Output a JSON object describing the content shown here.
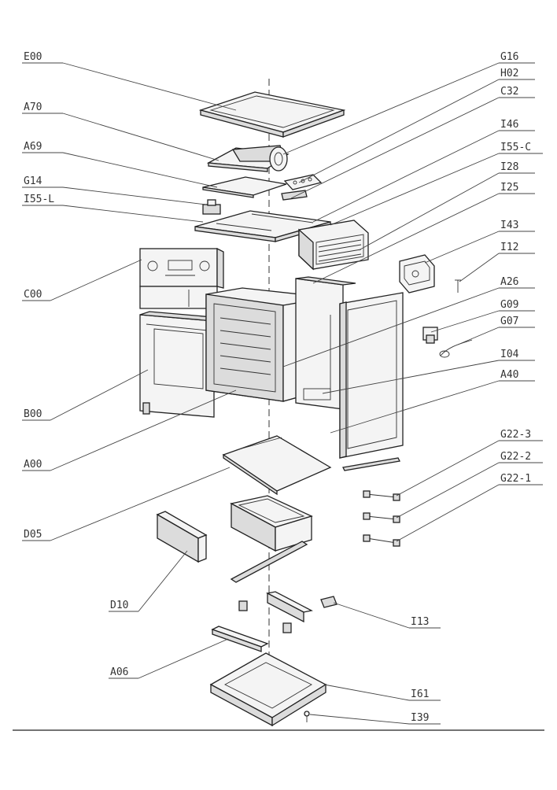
{
  "diagram": {
    "labels": [
      {
        "id": "E00",
        "text": "E00"
      },
      {
        "id": "A70",
        "text": "A70"
      },
      {
        "id": "A69",
        "text": "A69"
      },
      {
        "id": "G14",
        "text": "G14"
      },
      {
        "id": "I55-L",
        "text": "I55-L"
      },
      {
        "id": "C00",
        "text": "C00"
      },
      {
        "id": "B00",
        "text": "B00"
      },
      {
        "id": "A00",
        "text": "A00"
      },
      {
        "id": "D05",
        "text": "D05"
      },
      {
        "id": "D10",
        "text": "D10"
      },
      {
        "id": "A06",
        "text": "A06"
      },
      {
        "id": "G16",
        "text": "G16"
      },
      {
        "id": "H02",
        "text": "H02"
      },
      {
        "id": "C32",
        "text": "C32"
      },
      {
        "id": "I46",
        "text": "I46"
      },
      {
        "id": "I55-C",
        "text": "I55-C"
      },
      {
        "id": "I28",
        "text": "I28"
      },
      {
        "id": "I25",
        "text": "I25"
      },
      {
        "id": "I43",
        "text": "I43"
      },
      {
        "id": "I12",
        "text": "I12"
      },
      {
        "id": "A26",
        "text": "A26"
      },
      {
        "id": "G09",
        "text": "G09"
      },
      {
        "id": "G07",
        "text": "G07"
      },
      {
        "id": "I04",
        "text": "I04"
      },
      {
        "id": "A40",
        "text": "A40"
      },
      {
        "id": "G22-3",
        "text": "G22-3"
      },
      {
        "id": "G22-2",
        "text": "G22-2"
      },
      {
        "id": "G22-1",
        "text": "G22-1"
      },
      {
        "id": "I13",
        "text": "I13"
      },
      {
        "id": "I61",
        "text": "I61"
      },
      {
        "id": "I39",
        "text": "I39"
      }
    ]
  }
}
